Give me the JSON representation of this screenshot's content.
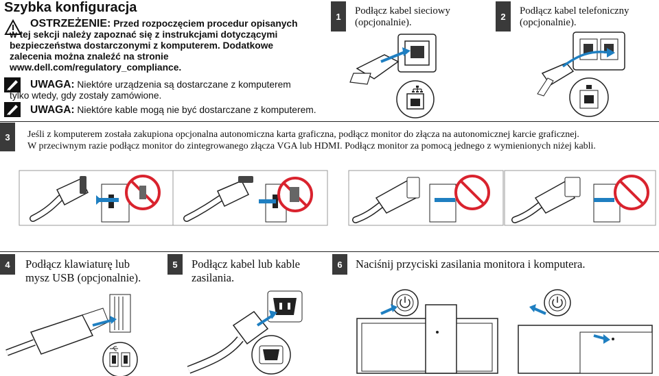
{
  "title": "Szybka konfiguracja",
  "warning": {
    "label": "OSTRZEŻENIE:",
    "line1": "Przed rozpoczęciem procedur opisanych",
    "line2": "w tej sekcji należy zapoznać się z instrukcjami dotyczącymi",
    "line3": "bezpieczeństwa dostarczonymi z komputerem. Dodatkowe",
    "line4": "zalecenia można znaleźć na stronie",
    "line5": "www.dell.com/regulatory_compliance."
  },
  "notes": [
    {
      "label": "UWAGA:",
      "text1": "Niektóre urządzenia są dostarczane z komputerem",
      "text2": "tylko wtedy, gdy zostały zamówione."
    },
    {
      "label": "UWAGA:",
      "text1": "Niektóre kable mogą nie być dostarczane z komputerem."
    }
  ],
  "steps": [
    {
      "num": "1",
      "line1": "Podłącz kabel sieciowy",
      "line2": "(opcjonalnie)."
    },
    {
      "num": "2",
      "line1": "Podłącz kabel telefoniczny",
      "line2": "(opcjonalnie)."
    },
    {
      "num": "3",
      "line1": "Jeśli z komputerem została zakupiona opcjonalna autonomiczna karta graficzna, podłącz monitor do złącza na autonomicznej karcie graficznej.",
      "line2": "W przeciwnym razie podłącz monitor do zintegrowanego złącza VGA lub HDMI. Podłącz monitor za pomocą jednego z wymienionych niżej kabli."
    },
    {
      "num": "4",
      "line1": "Podłącz klawiaturę lub",
      "line2": "mysz USB (opcjonalnie)."
    },
    {
      "num": "5",
      "line1": "Podłącz kabel lub kable",
      "line2": "zasilania."
    },
    {
      "num": "6",
      "line1": "Naciśnij przyciski zasilania monitora i komputera."
    }
  ],
  "icons": [
    "warning-triangle-icon",
    "note-pencil-icon",
    "ethernet-icon",
    "phone-jack-icon",
    "usb-icon",
    "power-icon",
    "no-symbol-icon"
  ],
  "colors": {
    "accent_blue": "#1f7fc1",
    "no_red": "#d9232e",
    "panel_gray": "#3a3a3a"
  }
}
